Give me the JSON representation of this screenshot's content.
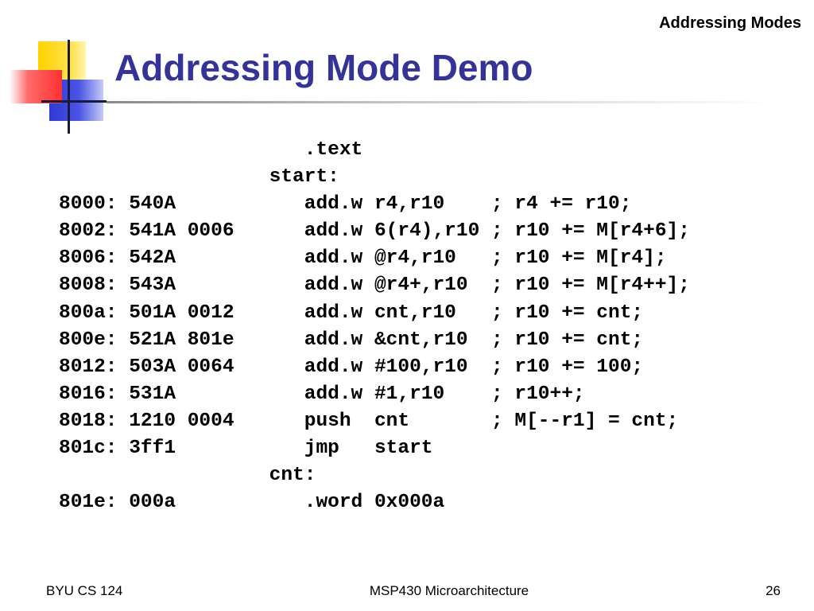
{
  "header": {
    "section": "Addressing Modes"
  },
  "title": "Addressing Mode Demo",
  "code_lines": [
    "                     .text",
    "                  start:",
    "8000: 540A           add.w r4,r10    ; r4 += r10;",
    "8002: 541A 0006      add.w 6(r4),r10 ; r10 += M[r4+6];",
    "8006: 542A           add.w @r4,r10   ; r10 += M[r4];",
    "8008: 543A           add.w @r4+,r10  ; r10 += M[r4++];",
    "800a: 501A 0012      add.w cnt,r10   ; r10 += cnt;",
    "800e: 521A 801e      add.w &cnt,r10  ; r10 += cnt;",
    "8012: 503A 0064      add.w #100,r10  ; r10 += 100;",
    "8016: 531A           add.w #1,r10    ; r10++;",
    "8018: 1210 0004      push  cnt       ; M[--r1] = cnt;",
    "801c: 3ff1           jmp   start",
    "                  cnt:",
    "801e: 000a           .word 0x000a"
  ],
  "footer": {
    "left": "BYU CS 124",
    "center": "MSP430 Microarchitecture",
    "page_number": "26"
  },
  "colors": {
    "title": "#333399",
    "logo_yellow": "#ffd200",
    "logo_red": "#ff3030",
    "logo_blue": "#2e39d6"
  }
}
